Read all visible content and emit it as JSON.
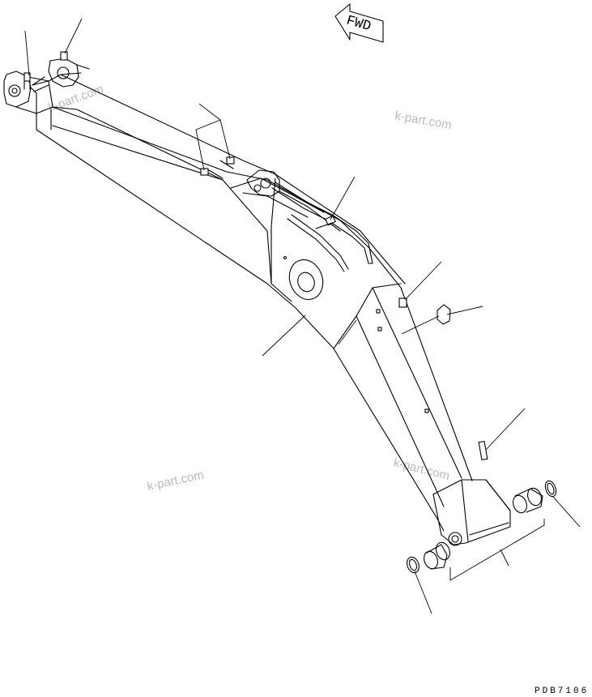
{
  "direction_label": "FWD",
  "drawing_code": "PDB7106",
  "watermarks": [
    "k-part.com",
    "k-part.com",
    "k-part.com",
    "k-part.com"
  ],
  "colors": {
    "line": "#000000",
    "watermark": "#b9b9b9",
    "background": "#ffffff"
  },
  "icons": {
    "direction_arrow": "forward-arrow-icon"
  }
}
